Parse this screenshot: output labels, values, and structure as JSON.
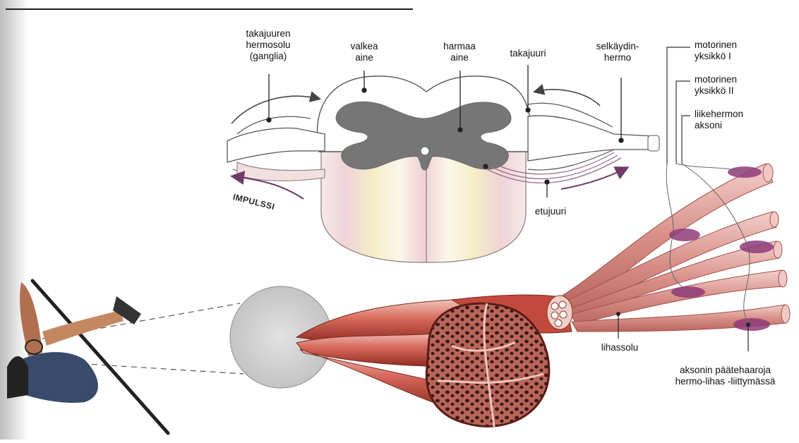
{
  "labels": {
    "dorsal_root_ganglion": [
      "takajuuren",
      "hermosolu",
      "(ganglia)"
    ],
    "white_matter": [
      "valkea",
      "aine"
    ],
    "gray_matter": [
      "harmaa",
      "aine"
    ],
    "dorsal_root": [
      "takajuuri"
    ],
    "spinal_nerve": [
      "selkäydin-",
      "hermo"
    ],
    "motor_unit_1": [
      "motorinen",
      "yksikkö I"
    ],
    "motor_unit_2": [
      "motorinen",
      "yksikkö II"
    ],
    "motor_axon": [
      "liikehermon",
      "aksoni"
    ],
    "ventral_root": [
      "etujuuri"
    ],
    "muscle_cell": [
      "lihassolu"
    ],
    "axon_terminals": [
      "aksonin päätehaaroja",
      "hermo-lihas -liittymässä"
    ]
  },
  "impulse": "IMPULSSI",
  "colors": {
    "gray_matter": "#767676",
    "muscle": "#d9918a",
    "muscle_dark": "#9c3a2e",
    "fiber": "#e6b2ad",
    "end_plate": "#8e3a78",
    "white_matter_stripe": "#f2e6c6"
  }
}
